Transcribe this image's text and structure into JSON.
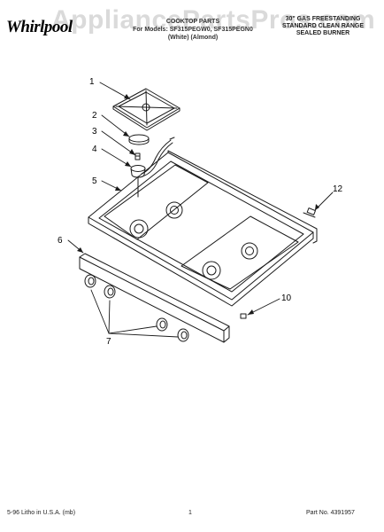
{
  "header": {
    "brand": "Whirlpool",
    "watermark": "AppliancePartsPros.com",
    "title_center_lines": [
      "COOKTOP PARTS",
      "For Models: SF315PEGW0, SF315PEGN0",
      "(White)   (Almond)"
    ],
    "title_right_lines": [
      "30\" GAS FREESTANDING",
      "STANDARD CLEAN RANGE",
      "SEALED BURNER"
    ]
  },
  "callouts": [
    "1",
    "2",
    "3",
    "4",
    "5",
    "6",
    "7",
    "10",
    "12"
  ],
  "footer": {
    "left": "5-96 Litho in U.S.A. (mb)",
    "center": "1",
    "right": "Part No. 4391957"
  },
  "colors": {
    "line": "#1a1a1a",
    "watermark": "#9a9a9a"
  }
}
